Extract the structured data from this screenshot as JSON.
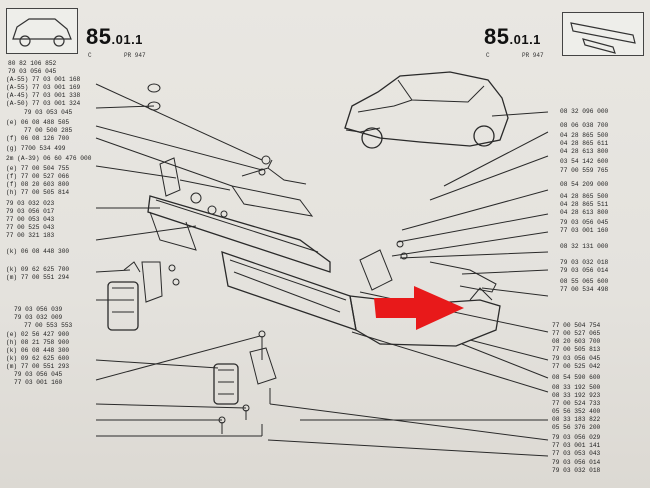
{
  "header": {
    "left_code_main": "85",
    "left_code_sub": ".01",
    "left_code_index": ".1",
    "right_code_main": "85",
    "right_code_sub": ".01",
    "right_code_index": ".1",
    "left_ref": "PR 947",
    "right_ref": "PR 947",
    "left_c": "C",
    "right_c": "C"
  },
  "left_column": [
    "80 82 106 852",
    "79 03 056 045",
    "(A-55) 77 03 001 168",
    "(A-55) 77 03 001 169",
    "(A-45) 77 03 001 338",
    "(A-50) 77 03 001 324",
    "79 03 053 045",
    "(e) 06 08 488 505",
    "77 00 500 285",
    "(f) 06 08 126 700",
    "(g) 7700 534 499",
    "2m (A-39) 06 60 476 000",
    "(e) 77 00 504 755",
    "(f) 77 00 527 066",
    "(f) 08 20 603 800",
    "(h) 77 00 505 814",
    "79 03 032 023",
    "79 03 056 017",
    "77 00 053 043",
    "77 00 525 043",
    "77 00 321 183",
    "(k) 06 08 448 300",
    "(k) 09 62 625 700",
    "(m) 77 00 551 294",
    "79 03 056 039",
    "79 03 032 009",
    "77 00 553 553",
    "(e) 02 56 427 900",
    "(h) 08 21 758 900",
    "(k) 06 08 448 300",
    "(k) 09 62 625 600",
    "(m) 77 00 551 293",
    "79 03 056 045",
    "77 03 001 160"
  ],
  "right_top_column": [
    "08 32 096 000",
    "08 06 038 700",
    "04 28 865 500",
    "04 28 865 611",
    "04 28 613 800",
    "03 54 142 600",
    "77 00 559 765",
    "08 54 209 000",
    "04 28 865 500",
    "04 28 865 511",
    "04 28 613 800",
    "79 03 056 045",
    "77 03 001 160",
    "08 32 131 000",
    "79 03 032 018",
    "79 03 056 014",
    "08 55 065 600",
    "77 00 534 498"
  ],
  "right_bottom_column": [
    "77 00 504 754",
    "77 00 527 065",
    "08 20 603 700",
    "77 00 505 813",
    "79 03 056 045",
    "77 00 525 042",
    "08 54 590 600",
    "08 33 192 500",
    "08 33 192 923",
    "77 00 524 733",
    "05 56 352 400",
    "08 33 183 822",
    "05 56 376 200",
    "79 03 056 029",
    "77 03 001 141",
    "77 03 053 043",
    "79 03 056 014",
    "79 03 032 018"
  ],
  "colors": {
    "arrow": "#e8191a",
    "ink": "#222222",
    "paper": "#e6e4df"
  },
  "icons": [
    "red-arrow-icon",
    "car-thumbnail-icon",
    "bumper-thumbnail-icon"
  ]
}
